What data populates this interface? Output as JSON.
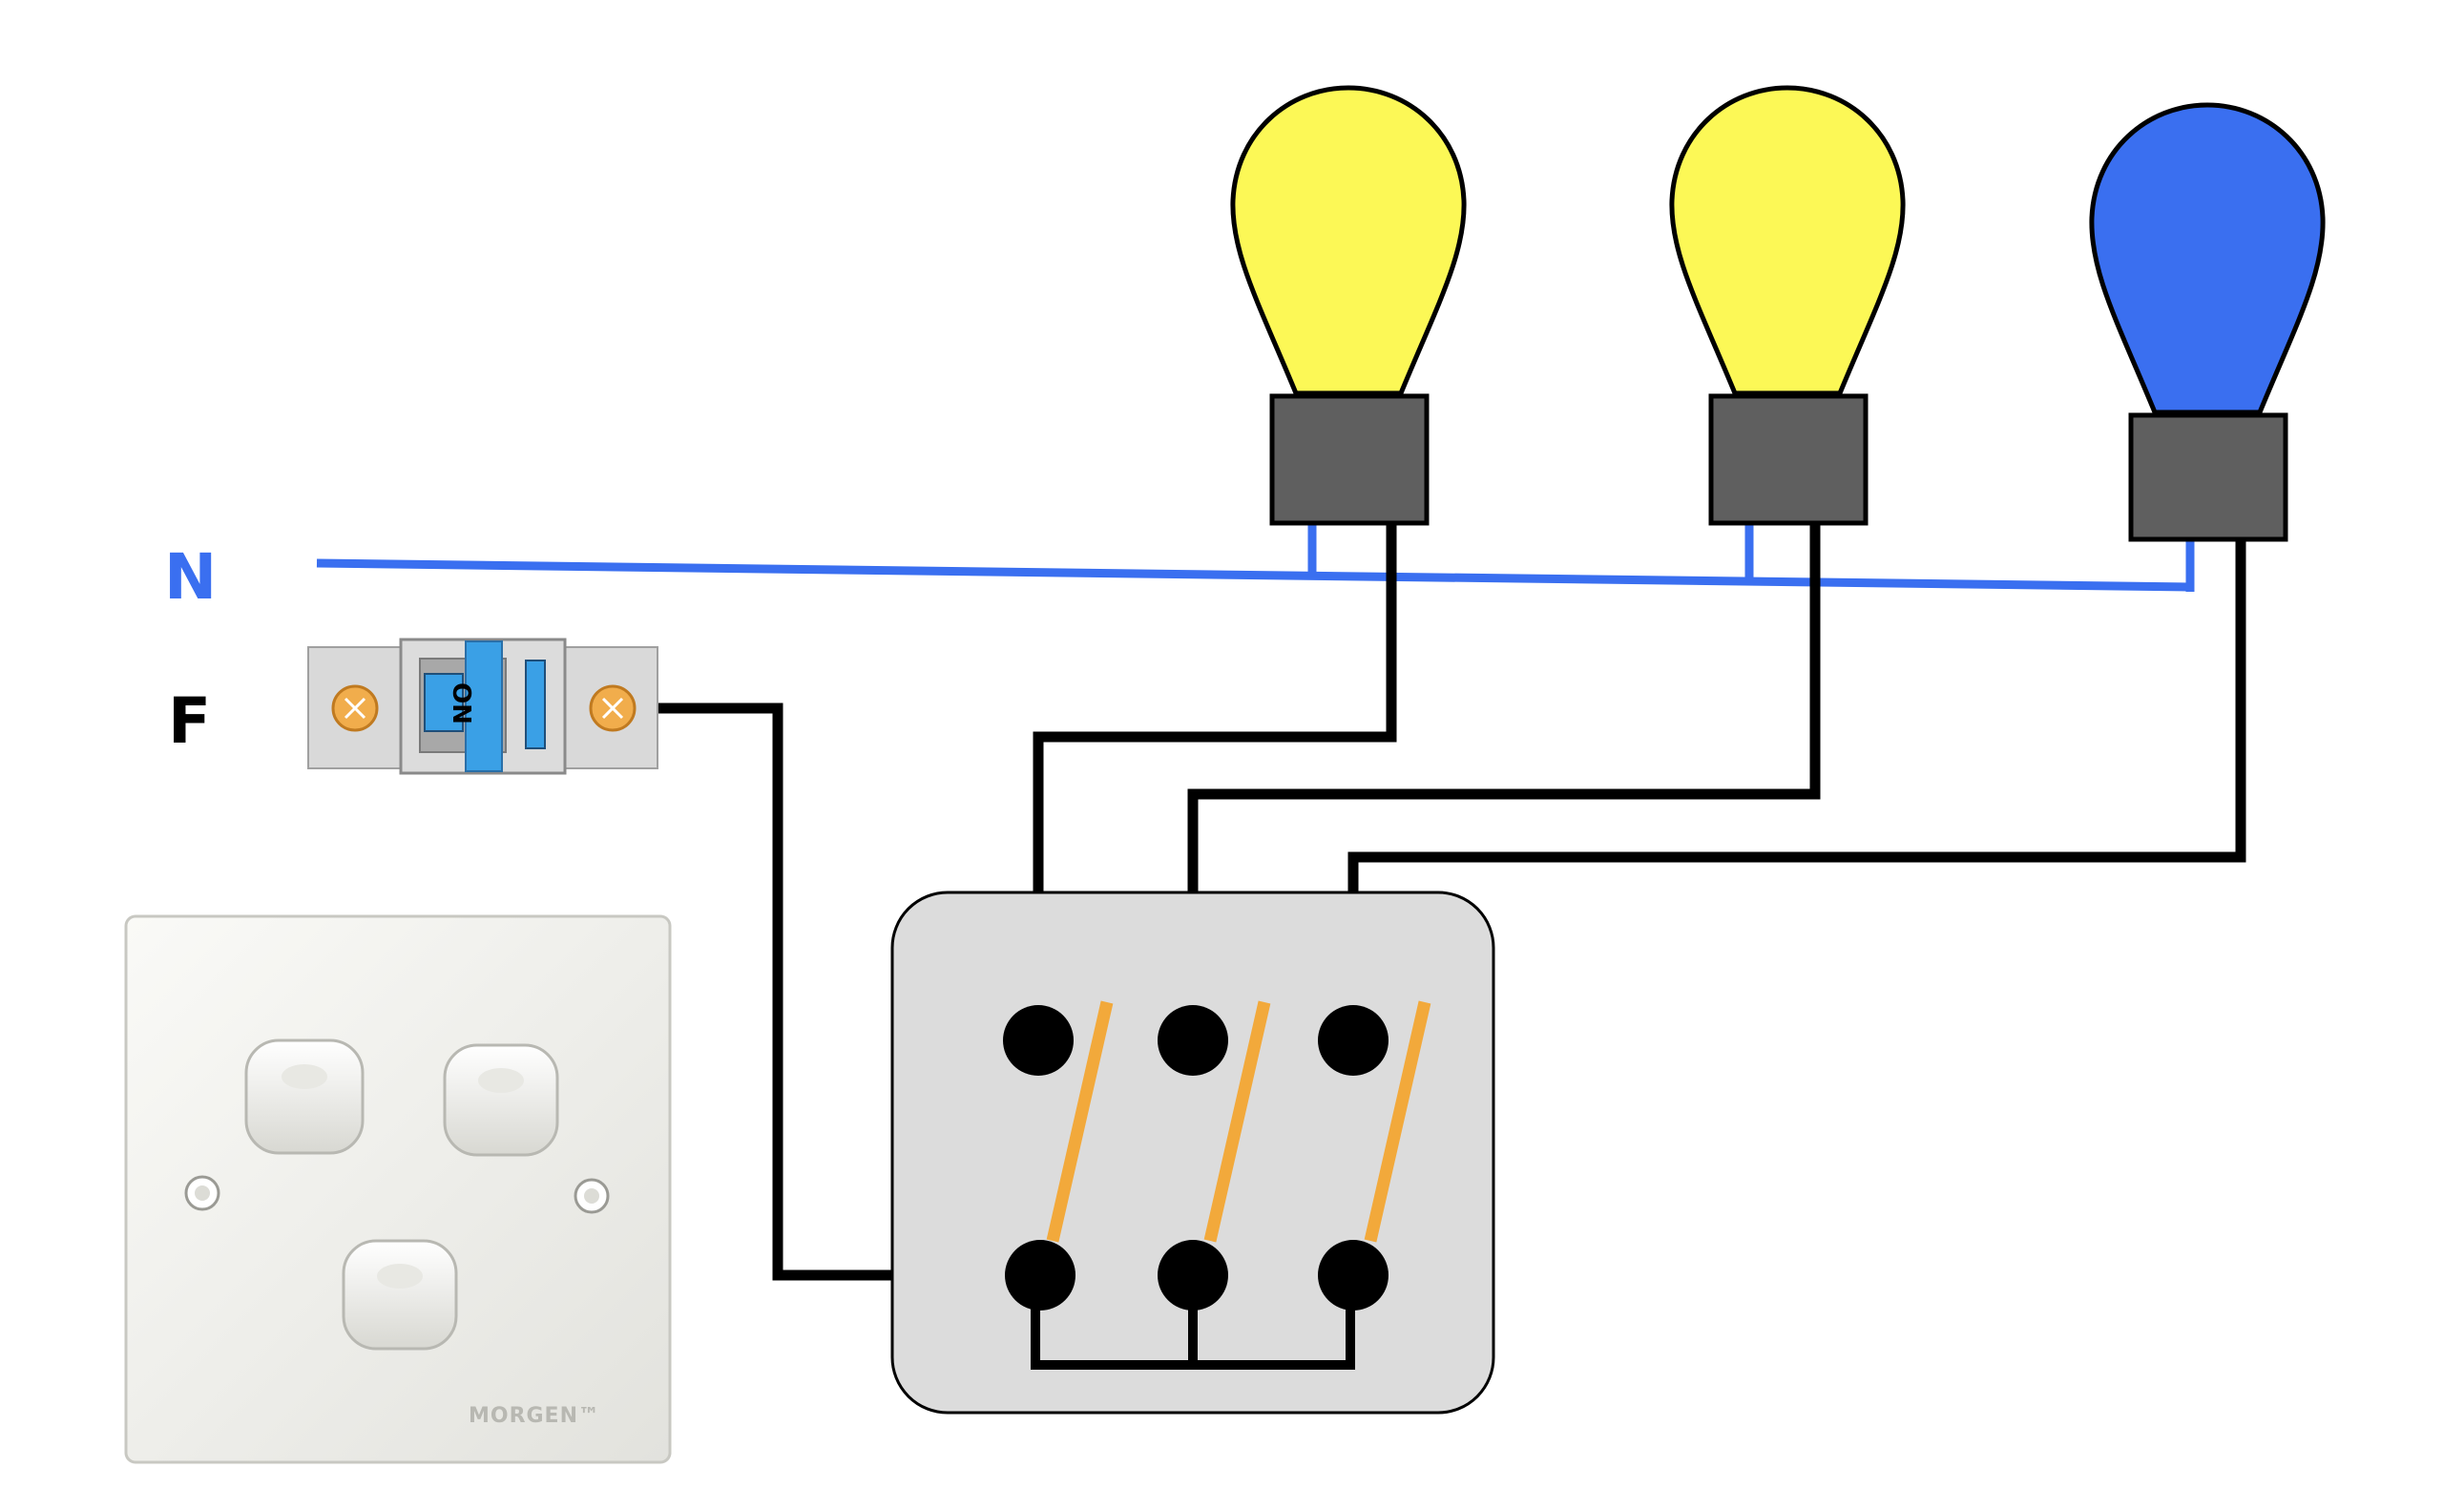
{
  "labels": {
    "neutral": "N",
    "phase": "F"
  },
  "breaker": {
    "state_text": "ON"
  },
  "switch_plate": {
    "brand": "MORGEN™"
  },
  "colors": {
    "neutral_wire": "#3a6ff0",
    "phase_wire": "#000000",
    "bulb_on": "#fcf856",
    "bulb_blue": "#3a6ff0",
    "socket": "#5f5f5f",
    "switch_box": "#dcdcdc",
    "contact_bar": "#f2a93b",
    "breaker_handle": "#3aa0e6",
    "breaker_body": "#d9d9d9",
    "terminal_screw": "#f1ad4c",
    "plate": "#f2f2ef"
  },
  "bulbs": [
    {
      "name": "bulb-1",
      "color": "yellow"
    },
    {
      "name": "bulb-2",
      "color": "yellow"
    },
    {
      "name": "bulb-3",
      "color": "blue"
    }
  ],
  "switch_box": {
    "gangs": 3
  }
}
